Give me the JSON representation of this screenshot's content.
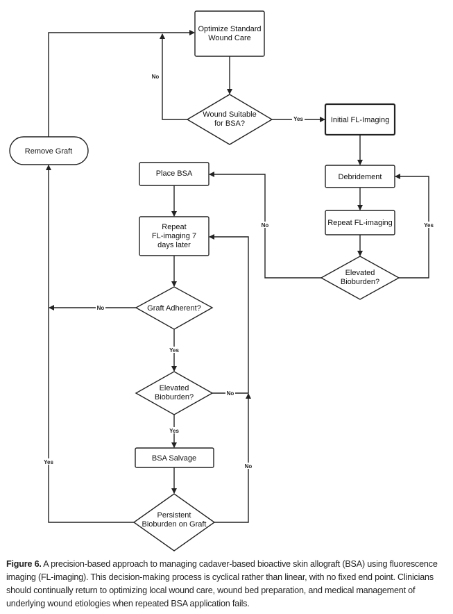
{
  "nodes": {
    "optimize": [
      "Optimize Standard",
      "Wound Care"
    ],
    "wound_suitable": [
      "Wound Suitable",
      "for BSA?"
    ],
    "initial_fl": "Initial FL-Imaging",
    "debridement": "Debridement",
    "repeat_fl": "Repeat FL-imaging",
    "elevated_right": [
      "Elevated",
      "Bioburden?"
    ],
    "place_bsa": "Place BSA",
    "repeat_7": [
      "Repeat",
      "FL-imaging 7",
      "days later"
    ],
    "graft_adherent": "Graft Adherent?",
    "elevated_left": [
      "Elevated",
      "Bioburden?"
    ],
    "bsa_salvage": "BSA Salvage",
    "persistent": [
      "Persistent",
      "Bioburden on Graft"
    ],
    "remove_graft": "Remove Graft"
  },
  "edge_labels": {
    "suitable_no": "No",
    "suitable_yes": "Yes",
    "elevated_right_yes": "Yes",
    "elevated_right_no": "No",
    "adherent_no": "No",
    "adherent_yes": "Yes",
    "elevated_left_no": "No",
    "elevated_left_yes": "Yes",
    "persistent_yes": "Yes",
    "persistent_no": "No"
  },
  "caption": {
    "label": "Figure 6.",
    "text": "A precision-based approach to managing cadaver-based bioactive skin allograft (BSA) using fluorescence imaging (FL-imaging). This decision-making process is cyclical rather than linear, with no fixed end point. Clinicians should continually return to optimizing local wound care, wound bed preparation, and medical management of underlying wound etiologies when repeated BSA application fails."
  }
}
